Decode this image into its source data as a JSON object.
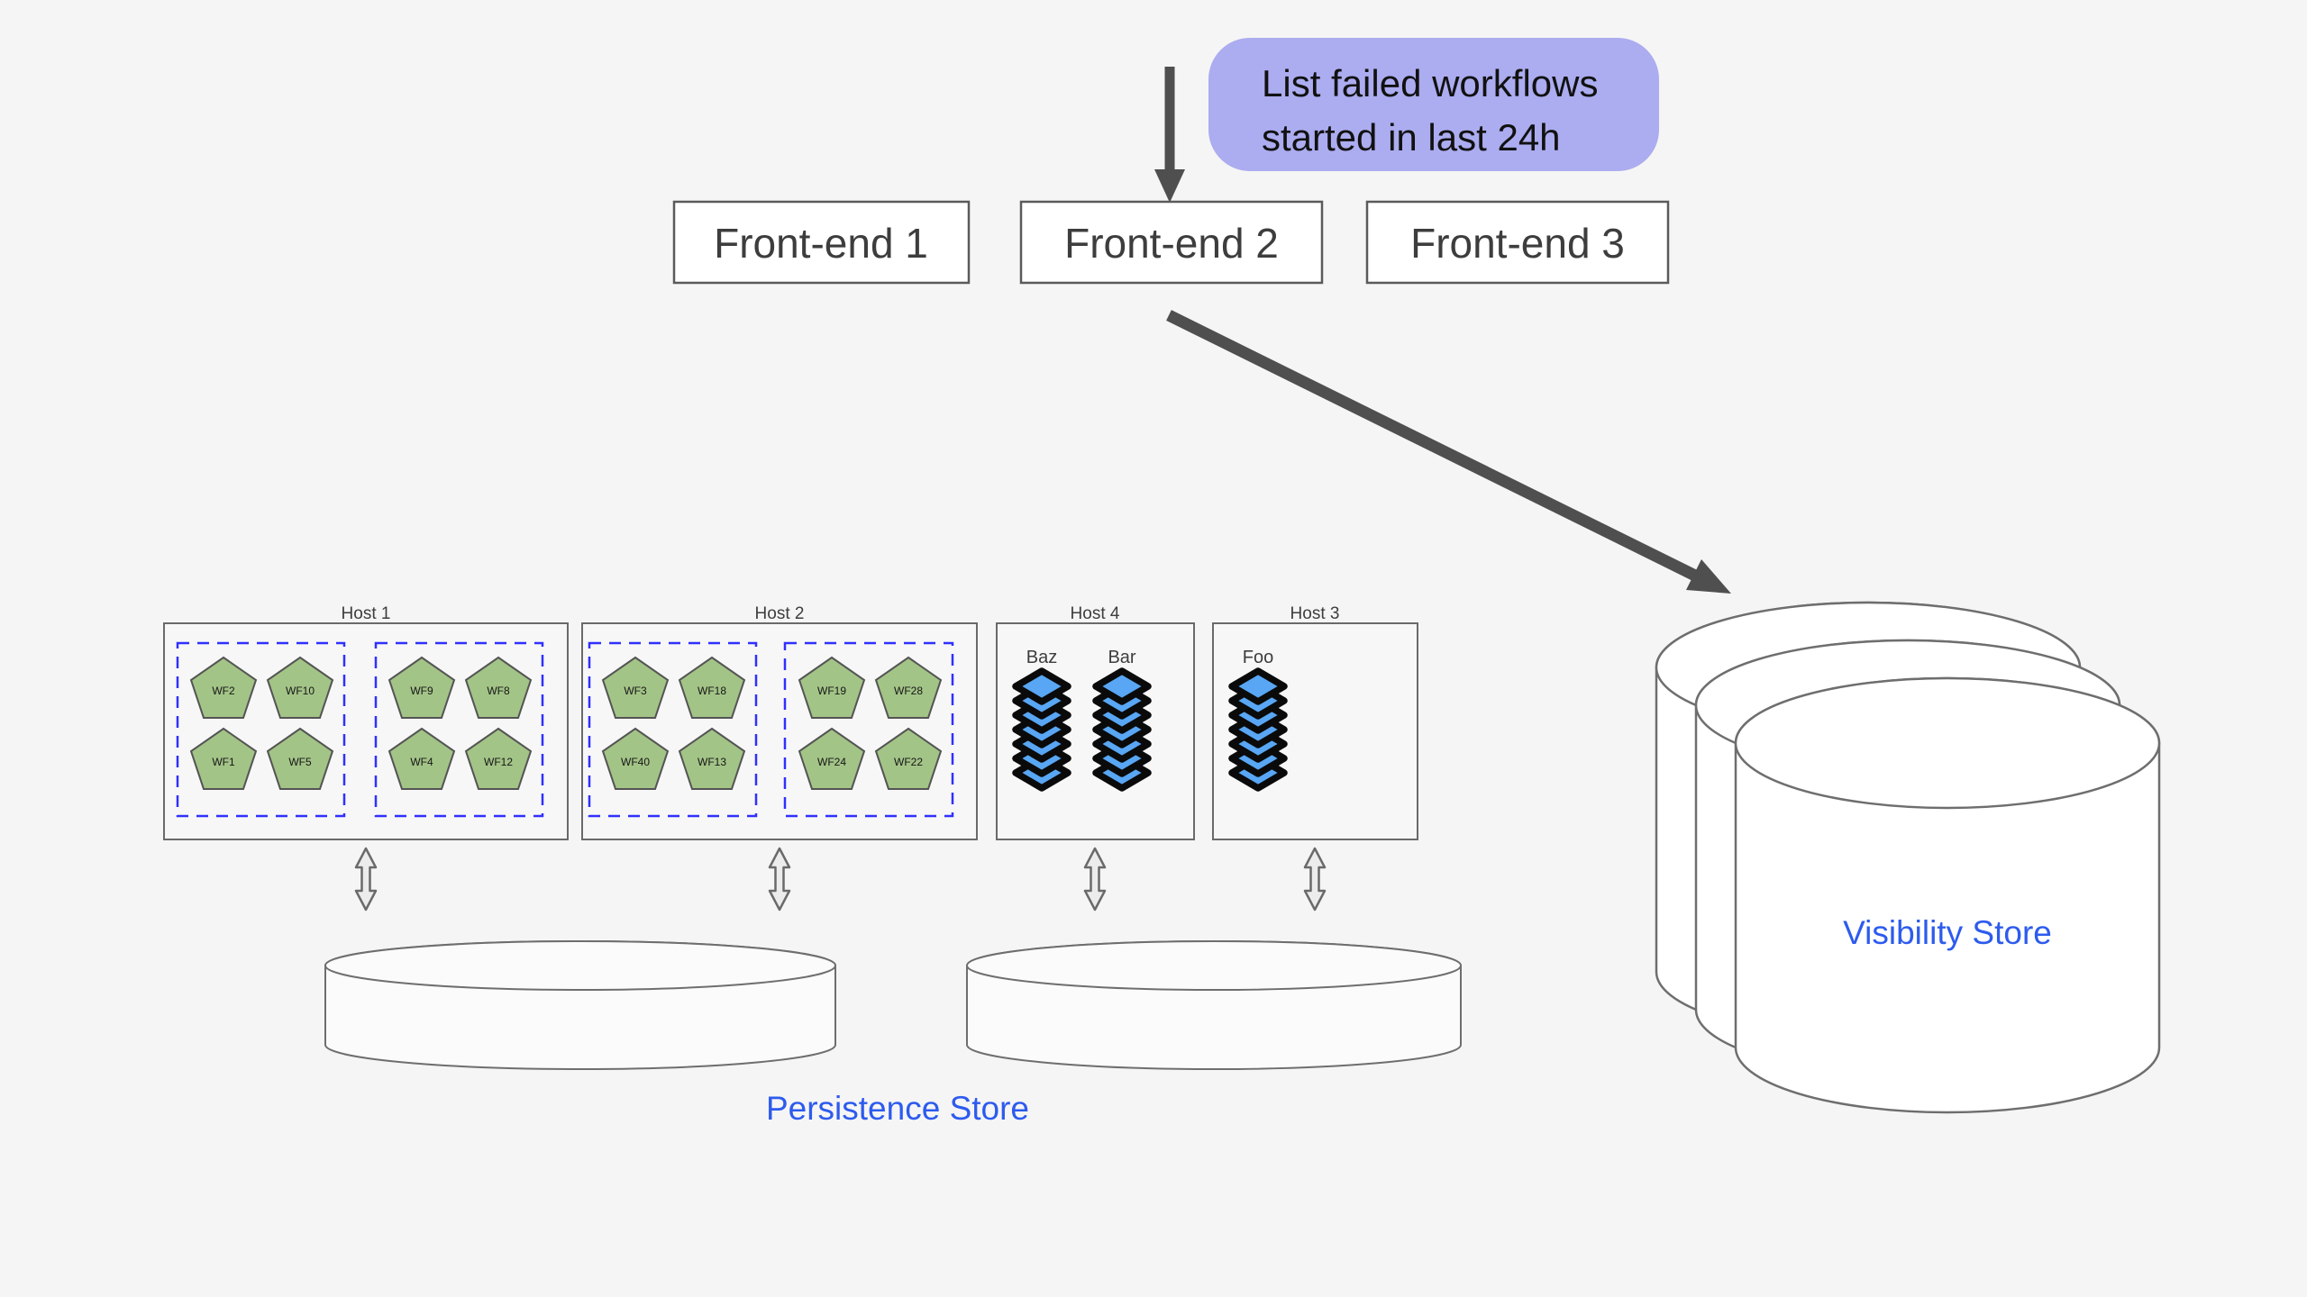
{
  "callout": {
    "line1": "List failed workflows",
    "line2": "started in last 24h"
  },
  "frontends": [
    {
      "label": "Front-end 1"
    },
    {
      "label": "Front-end 2"
    },
    {
      "label": "Front-end 3"
    }
  ],
  "hosts": [
    {
      "title": "Host 1",
      "groups": [
        {
          "workflows": [
            "WF2",
            "WF10",
            "WF1",
            "WF5"
          ]
        },
        {
          "workflows": [
            "WF9",
            "WF8",
            "WF4",
            "WF12"
          ]
        }
      ]
    },
    {
      "title": "Host 2",
      "groups": [
        {
          "workflows": [
            "WF3",
            "WF18",
            "WF40",
            "WF13"
          ]
        },
        {
          "workflows": [
            "WF19",
            "WF28",
            "WF24",
            "WF22"
          ]
        }
      ]
    },
    {
      "title": "Host 4",
      "queues": [
        {
          "label": "Baz"
        },
        {
          "label": "Bar"
        }
      ]
    },
    {
      "title": "Host 3",
      "queues": [
        {
          "label": "Foo"
        }
      ]
    }
  ],
  "stores": {
    "persistence": {
      "label": "Persistence Store"
    },
    "visibility": {
      "label": "Visibility Store"
    }
  },
  "colors": {
    "background": "#F5F5F5",
    "callout_bg": "#ACACF0",
    "callout_text": "#111111",
    "box_border": "#5A5A5A",
    "box_text": "#3D3D3D",
    "workflow_green": "#A3C487",
    "group_dashed_blue": "#3030FF",
    "queue_blue": "#58A6F4",
    "queue_outline": "#0A0A0A",
    "store_label_blue": "#2D5BEE",
    "arrow_gray": "#4F4F4F"
  }
}
